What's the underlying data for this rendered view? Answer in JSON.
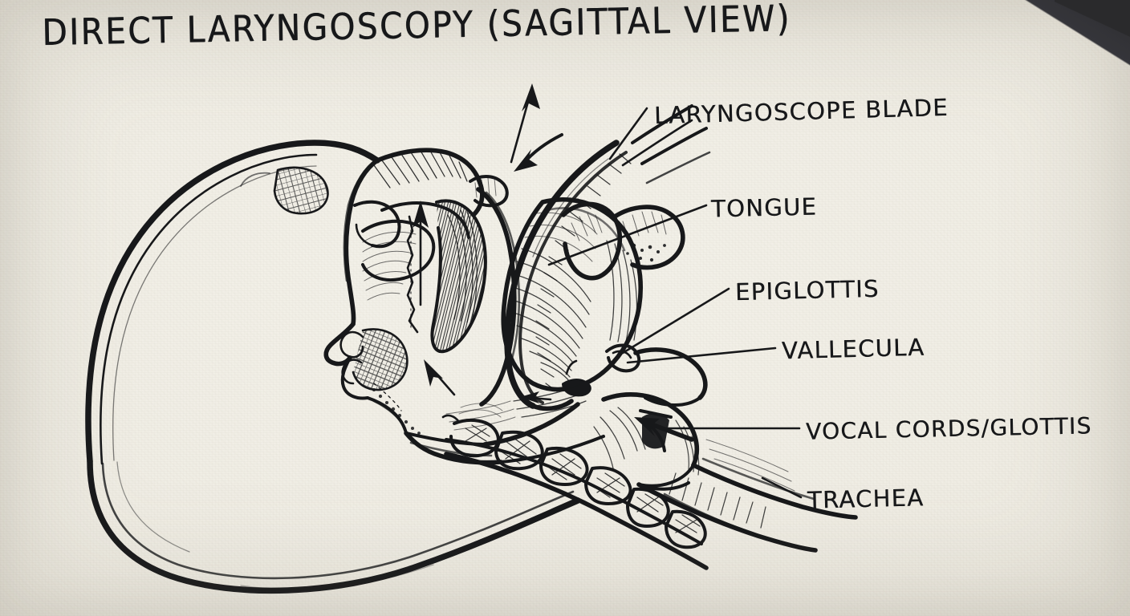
{
  "page": {
    "title": "DIRECT LARYNGOSCOPY (SAGITTAL VIEW)",
    "medium": "hand-drawn ink illustration on off-white paper",
    "paper_color": "#efede4",
    "ink_color": "#17181a"
  },
  "labels": [
    {
      "id": "laryngoscope-blade",
      "text": "LARYNGOSCOPE BLADE"
    },
    {
      "id": "tongue",
      "text": "TONGUE"
    },
    {
      "id": "epiglottis",
      "text": "EPIGLOTTIS"
    },
    {
      "id": "vallecula",
      "text": "VALLECULA"
    },
    {
      "id": "vocal-cords",
      "text": "VOCAL CORDS/GLOTTIS"
    },
    {
      "id": "trachea",
      "text": "TRACHEA"
    }
  ],
  "annotations": {
    "arrows": [
      {
        "id": "lift-arrow-upper",
        "direction": "up",
        "meaning": "blade lift vector"
      },
      {
        "id": "lift-arrow-curved",
        "direction": "down-left",
        "meaning": "blade insertion sweep"
      },
      {
        "id": "lift-arrow-oral",
        "direction": "up",
        "meaning": "tongue displacement"
      },
      {
        "id": "lift-arrow-pharynx",
        "direction": "up-left",
        "meaning": "soft tissue lift"
      },
      {
        "id": "sightline-arrow",
        "direction": "up-left",
        "meaning": "line of sight to glottis"
      }
    ]
  }
}
